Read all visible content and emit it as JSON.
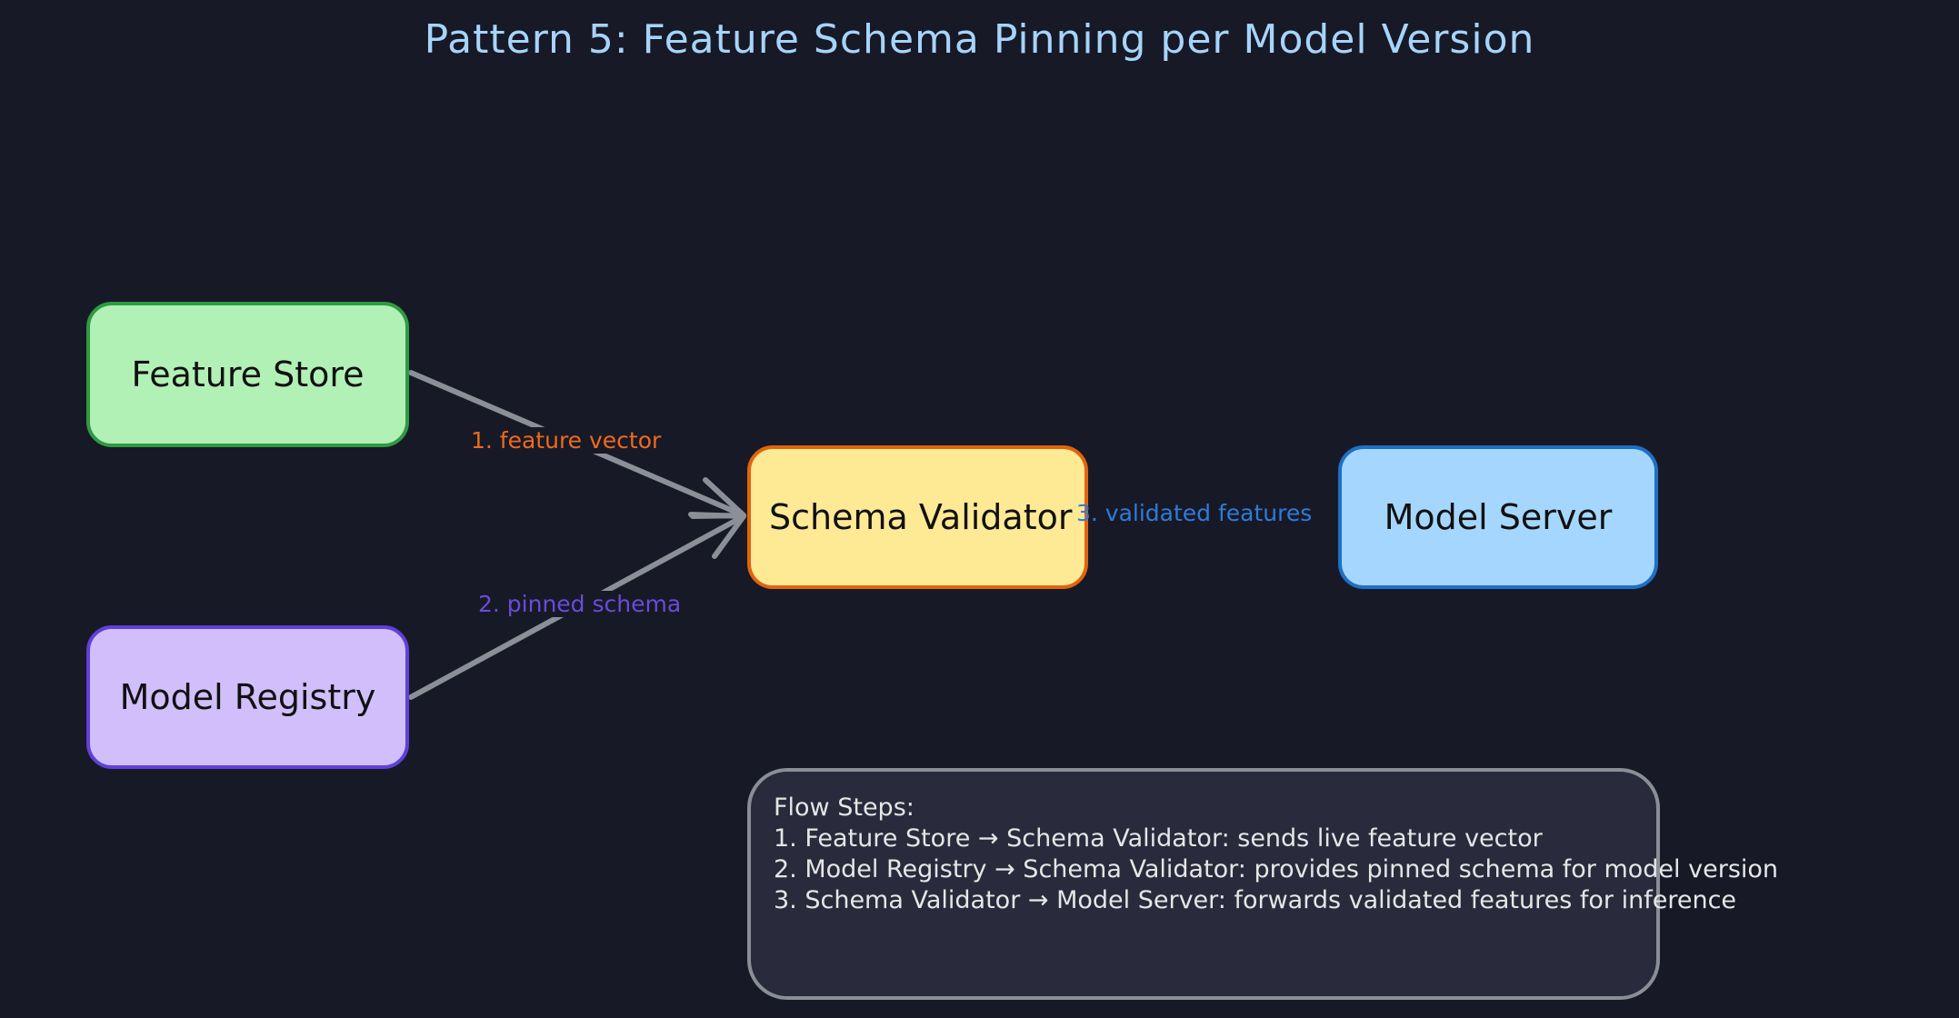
{
  "title": "Pattern 5: Feature Schema Pinning per Model Version",
  "nodes": {
    "feature_store": "Feature Store",
    "model_registry": "Model Registry",
    "schema_validator": "Schema Validator",
    "model_server": "Model Server"
  },
  "edges": {
    "e1": "1. feature vector",
    "e2": "2. pinned schema",
    "e3": "3. validated features"
  },
  "notes": {
    "heading": "Flow Steps:",
    "lines": [
      "1. Feature Store → Schema Validator: sends live feature vector",
      "2. Model Registry → Schema Validator: provides pinned schema for model version",
      "3. Schema Validator → Model Server: forwards validated features for inference"
    ]
  },
  "colors": {
    "background": "#171926",
    "title": "#a6d4fb",
    "feature_store_fill": "#b2f1b6",
    "model_registry_fill": "#d0bffb",
    "schema_validator_fill": "#fee995",
    "model_server_fill": "#a5d7fe",
    "arrow": "#8b8f98"
  }
}
